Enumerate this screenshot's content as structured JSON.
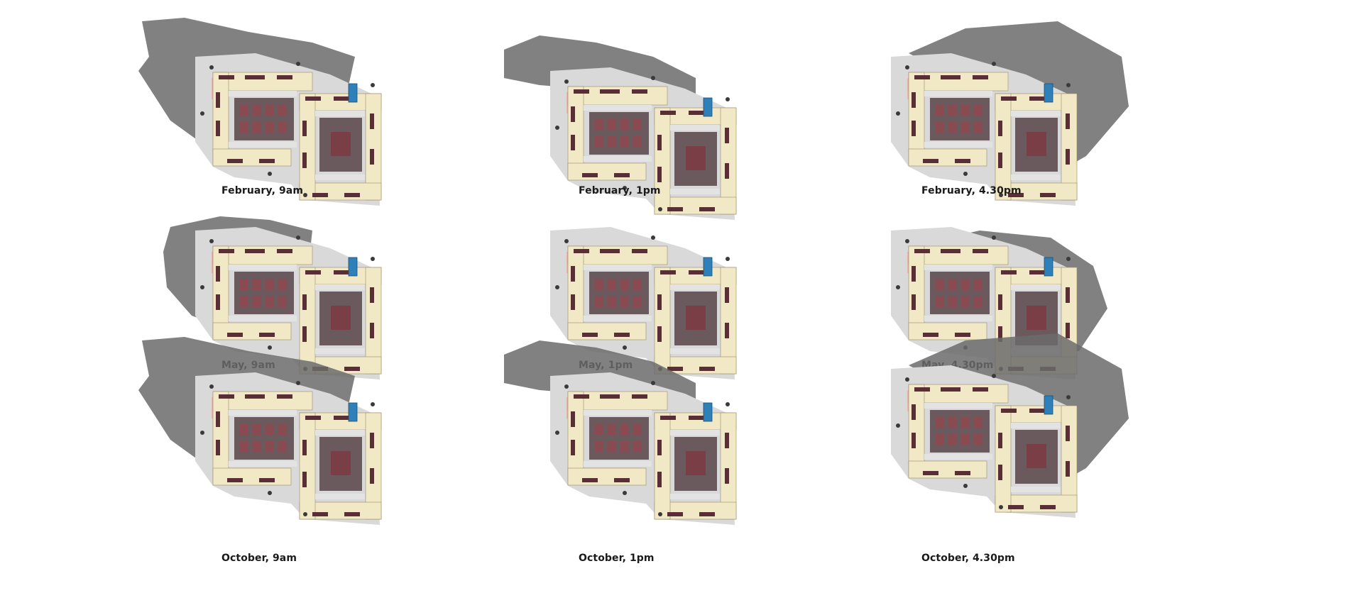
{
  "panels": [
    {
      "caption": "February, 9am",
      "shadow": "west-long"
    },
    {
      "caption": "February, 1pm",
      "shadow": "north-short"
    },
    {
      "caption": "February, 4.30pm",
      "shadow": "east-long"
    },
    {
      "caption": "May, 9am",
      "shadow": "west-medium"
    },
    {
      "caption": "May, 1pm",
      "shadow": "none"
    },
    {
      "caption": "May, 4.30pm",
      "shadow": "east-medium"
    },
    {
      "caption": "October, 9am",
      "shadow": "west-long"
    },
    {
      "caption": "October, 1pm",
      "shadow": "north-short"
    },
    {
      "caption": "October, 4.30pm",
      "shadow": "east-long"
    }
  ],
  "colors": {
    "background": "#ffffff",
    "site": "#d9d9d9",
    "shadow": "#6b6b6b",
    "building": "#f1e8c6",
    "roof": "#5a2e36",
    "corridor": "#e3e3e3",
    "courtyard": "#6a5a5e",
    "sunlit_paving": "#e8b5b3",
    "pool": "#2f7fb8"
  }
}
